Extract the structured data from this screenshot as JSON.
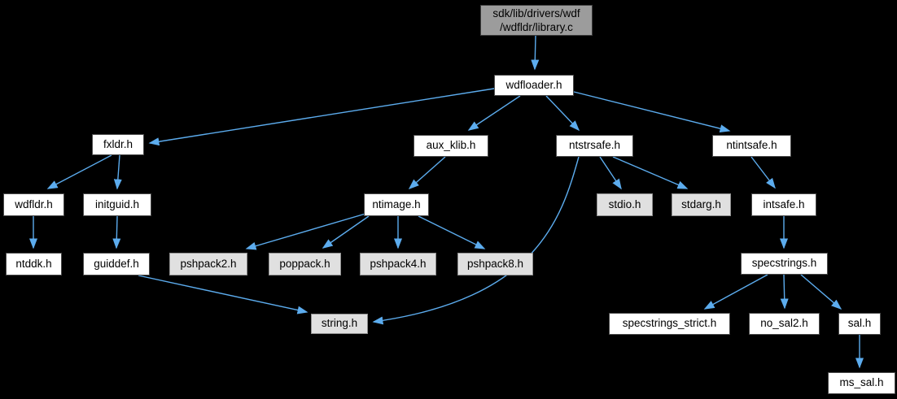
{
  "diagram": {
    "type": "include-dependency-graph",
    "background_color": "#000000",
    "edge_color": "#5cacee",
    "node_fill": "#ffffff",
    "leaf_node_fill": "#e0e0e0",
    "source_node_fill": "#9c9c9c",
    "text_color": "#000000"
  },
  "nodes": {
    "library_c": {
      "label_line1": "sdk/lib/drivers/wdf",
      "label_line2": "/wdfldr/library.c"
    },
    "wdfloader": {
      "label": "wdfloader.h"
    },
    "fxldr": {
      "label": "fxldr.h"
    },
    "aux_klib": {
      "label": "aux_klib.h"
    },
    "ntstrsafe": {
      "label": "ntstrsafe.h"
    },
    "ntintsafe": {
      "label": "ntintsafe.h"
    },
    "wdfldr": {
      "label": "wdfldr.h"
    },
    "initguid": {
      "label": "initguid.h"
    },
    "ntimage": {
      "label": "ntimage.h"
    },
    "stdio": {
      "label": "stdio.h"
    },
    "stdarg": {
      "label": "stdarg.h"
    },
    "intsafe": {
      "label": "intsafe.h"
    },
    "ntddk": {
      "label": "ntddk.h"
    },
    "guiddef": {
      "label": "guiddef.h"
    },
    "pshpack2": {
      "label": "pshpack2.h"
    },
    "poppack": {
      "label": "poppack.h"
    },
    "pshpack4": {
      "label": "pshpack4.h"
    },
    "pshpack8": {
      "label": "pshpack8.h"
    },
    "specstrings": {
      "label": "specstrings.h"
    },
    "string": {
      "label": "string.h"
    },
    "specstrings_strict": {
      "label": "specstrings_strict.h"
    },
    "no_sal2": {
      "label": "no_sal2.h"
    },
    "sal": {
      "label": "sal.h"
    },
    "ms_sal": {
      "label": "ms_sal.h"
    }
  },
  "edges": [
    {
      "from": "library_c",
      "to": "wdfloader"
    },
    {
      "from": "wdfloader",
      "to": "fxldr"
    },
    {
      "from": "wdfloader",
      "to": "aux_klib"
    },
    {
      "from": "wdfloader",
      "to": "ntstrsafe"
    },
    {
      "from": "wdfloader",
      "to": "ntintsafe"
    },
    {
      "from": "fxldr",
      "to": "wdfldr"
    },
    {
      "from": "fxldr",
      "to": "initguid"
    },
    {
      "from": "wdfldr",
      "to": "ntddk"
    },
    {
      "from": "initguid",
      "to": "guiddef"
    },
    {
      "from": "guiddef",
      "to": "string"
    },
    {
      "from": "aux_klib",
      "to": "ntimage"
    },
    {
      "from": "ntimage",
      "to": "pshpack2"
    },
    {
      "from": "ntimage",
      "to": "poppack"
    },
    {
      "from": "ntimage",
      "to": "pshpack4"
    },
    {
      "from": "ntimage",
      "to": "pshpack8"
    },
    {
      "from": "ntstrsafe",
      "to": "stdio"
    },
    {
      "from": "ntstrsafe",
      "to": "stdarg"
    },
    {
      "from": "ntstrsafe",
      "to": "string"
    },
    {
      "from": "ntintsafe",
      "to": "intsafe"
    },
    {
      "from": "intsafe",
      "to": "specstrings"
    },
    {
      "from": "specstrings",
      "to": "specstrings_strict"
    },
    {
      "from": "specstrings",
      "to": "no_sal2"
    },
    {
      "from": "specstrings",
      "to": "sal"
    },
    {
      "from": "sal",
      "to": "ms_sal"
    }
  ]
}
